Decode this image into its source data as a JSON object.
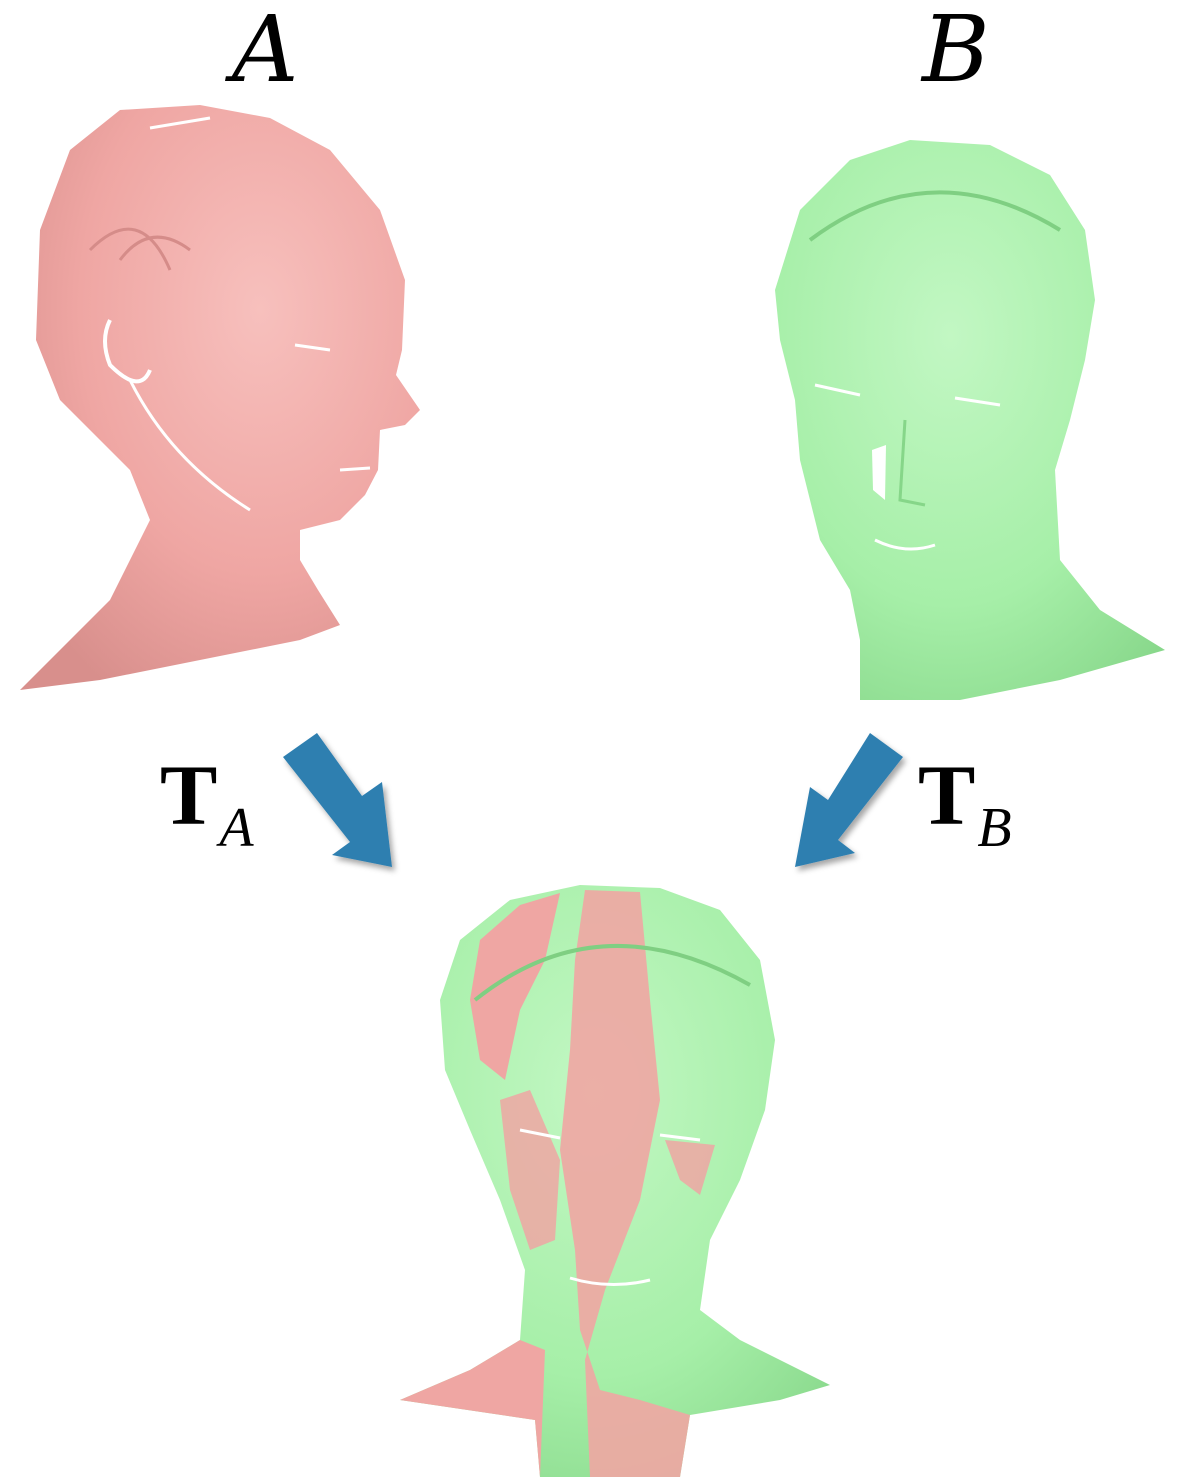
{
  "labels": {
    "mesh_a": "A",
    "mesh_b": "B",
    "transform_a_main": "T",
    "transform_a_sub": "A",
    "transform_b_main": "T",
    "transform_b_sub": "B"
  },
  "colors": {
    "mesh_a": "#f0a7a4",
    "mesh_b": "#a5f0a7",
    "arrow": "#2e7fb0",
    "background": "#ffffff"
  }
}
